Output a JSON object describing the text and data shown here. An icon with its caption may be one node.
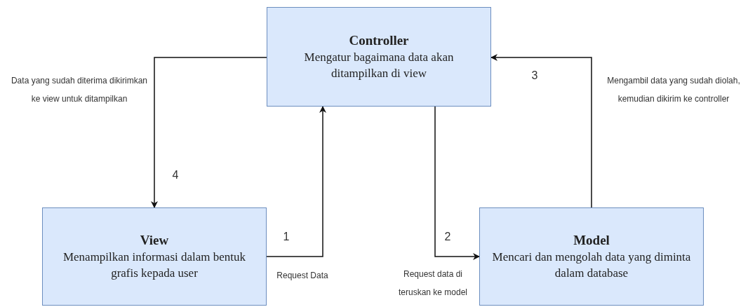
{
  "diagram": {
    "nodes": [
      {
        "text": [
          "Controller",
          "Mengatur bagaimana data akan ditampilkan di view"
        ]
      },
      {
        "text": [
          "View",
          "Menampilkan informasi dalam bentuk grafis kepada user"
        ]
      },
      {
        "text": [
          "Model",
          "Mencari dan mengolah data yang diminta dalam database"
        ]
      }
    ],
    "edges": [
      {
        "from": 1,
        "to": 0,
        "arrow": "to"
      },
      {
        "from": 0,
        "to": 2,
        "arrow": "to"
      },
      {
        "from": 2,
        "to": 0,
        "arrow": "to"
      },
      {
        "from": 0,
        "to": 1,
        "arrow": "to"
      }
    ],
    "labels": [
      "Data yang sudah diterima dikirimkan ke view untuk ditampilkan",
      "3",
      "Mengambil data yang sudah diolah, kemudian dikirim ke controller",
      "4",
      "1",
      "2",
      "Request Data",
      "Request data di teruskan ke model"
    ]
  }
}
